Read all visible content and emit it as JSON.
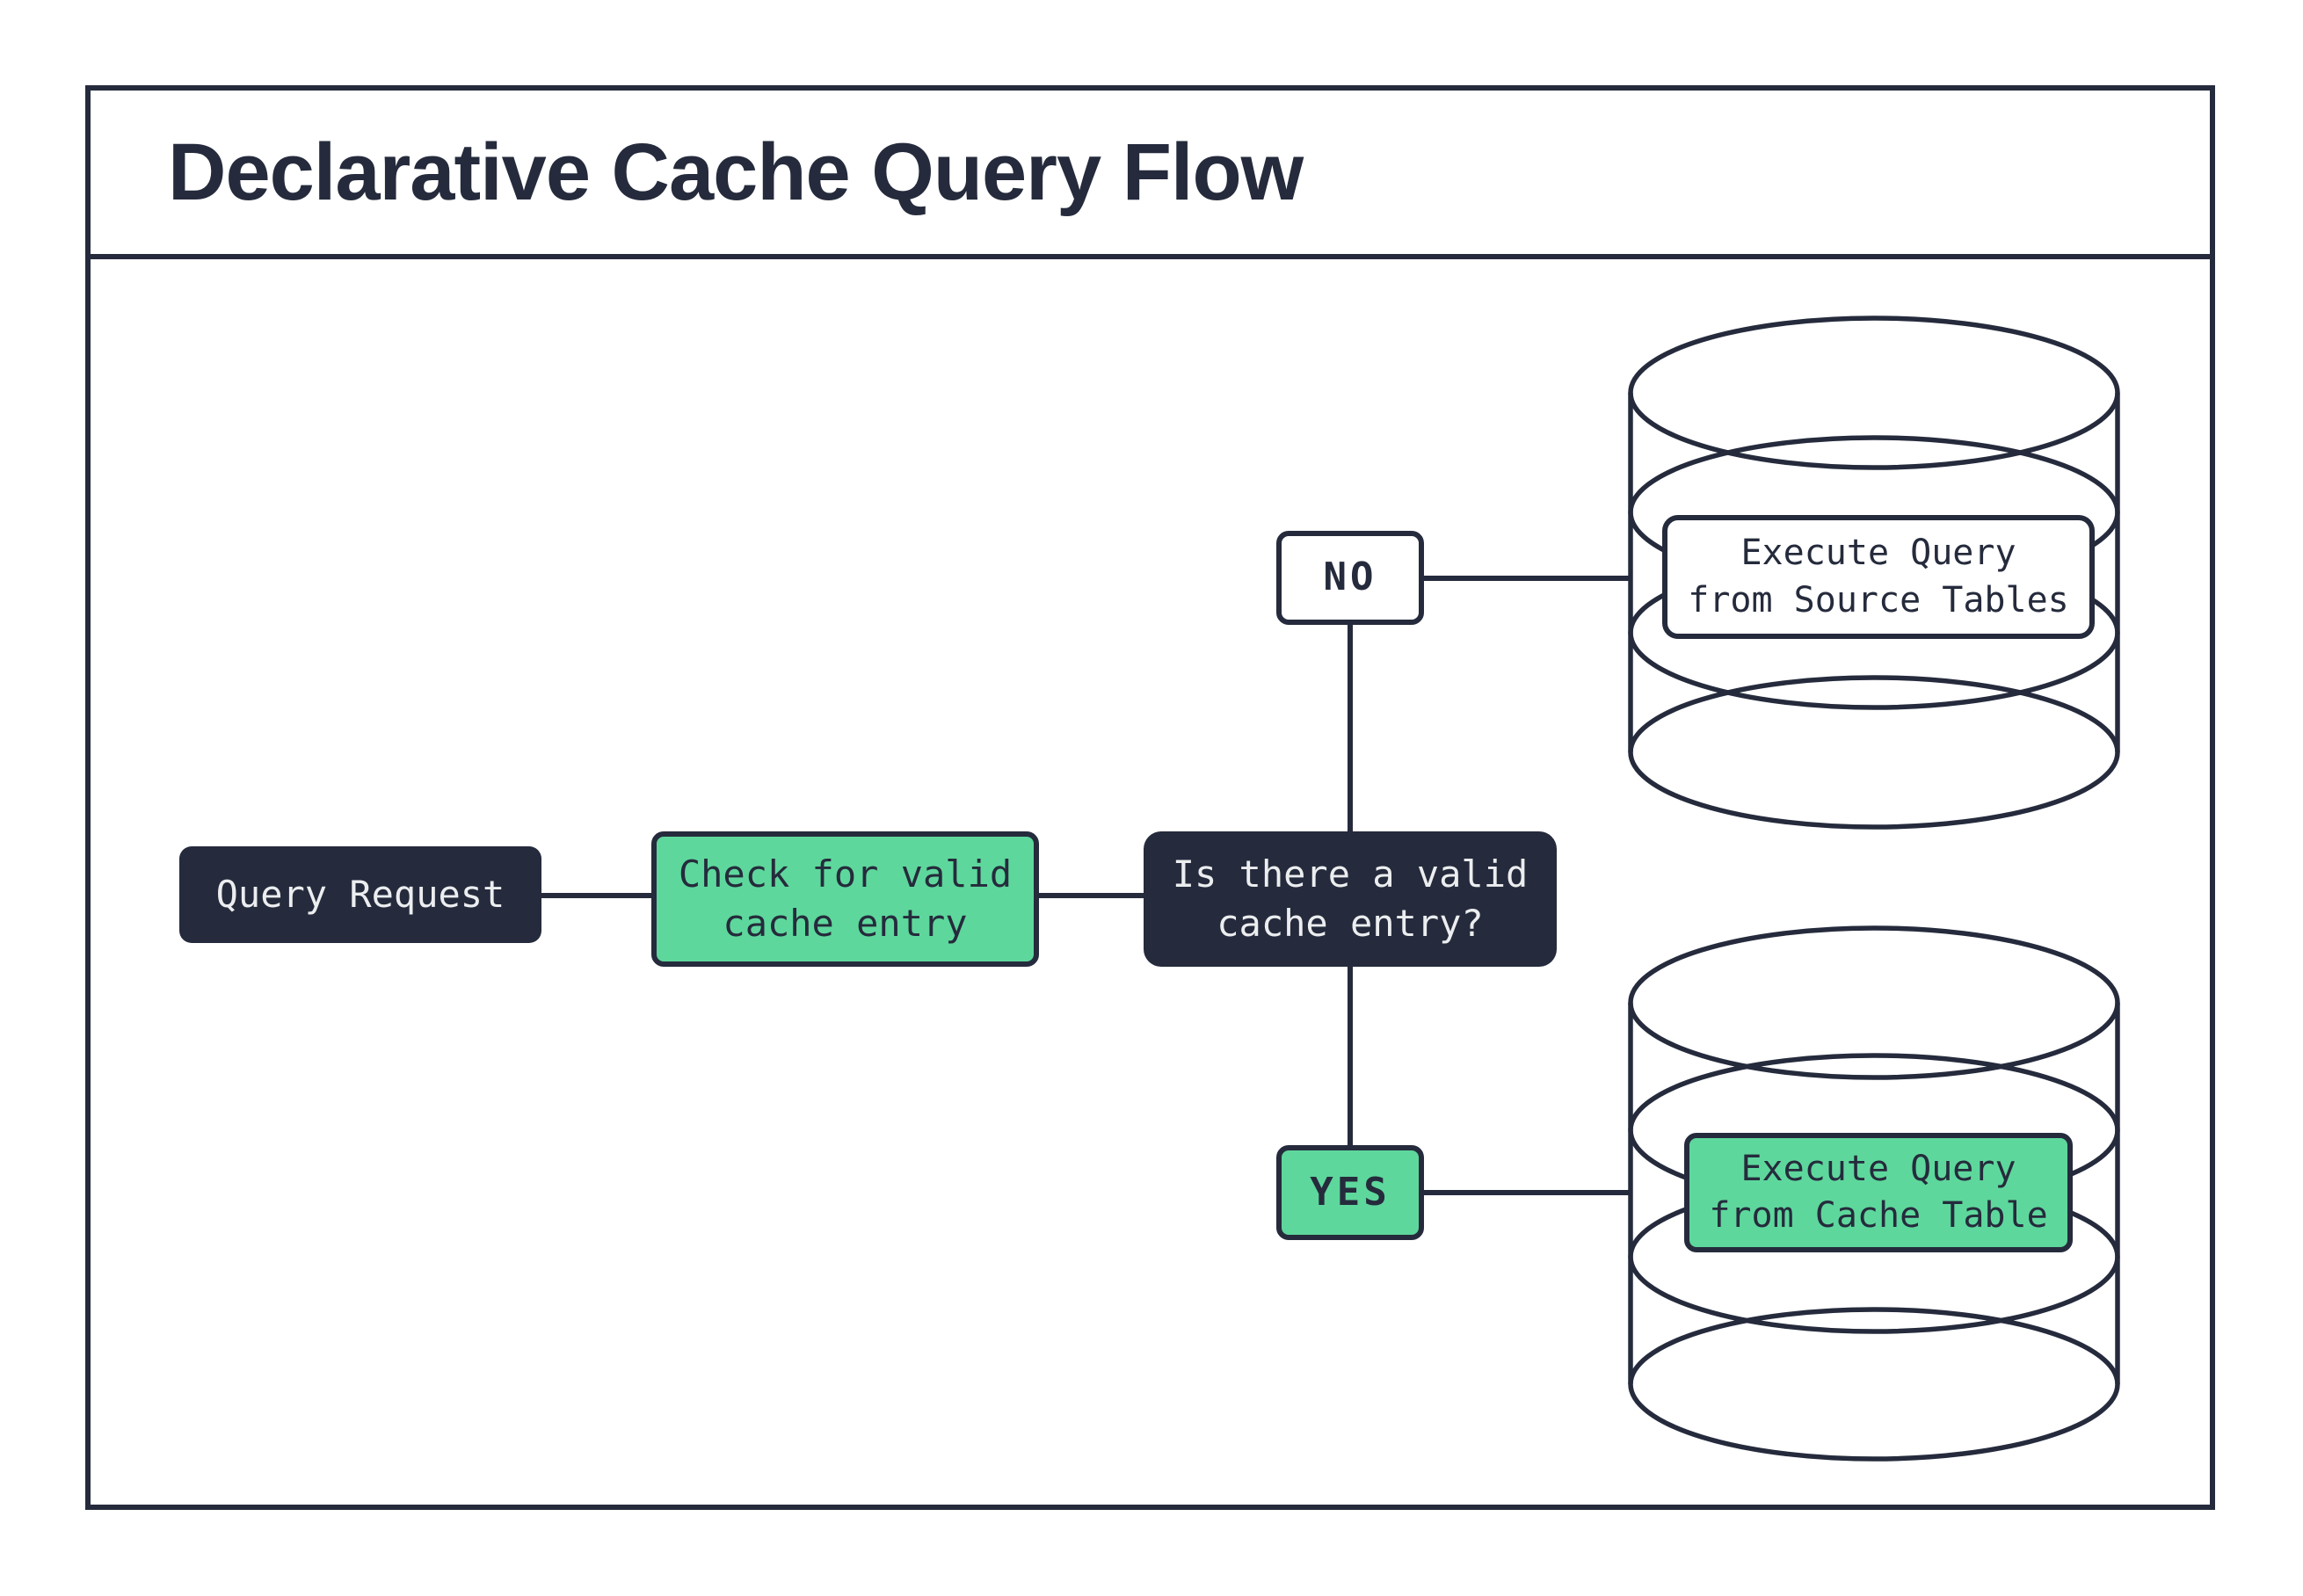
{
  "title": "Declarative Cache Query Flow",
  "colors": {
    "dark": "#252b3c",
    "green": "#5ed79c",
    "white": "#ffffff",
    "light_text": "#ebedef"
  },
  "nodes": {
    "query_request": {
      "label": "Query Request"
    },
    "check_cache": {
      "label": "Check for valid\ncache entry"
    },
    "decision": {
      "label": "Is there a valid\ncache entry?"
    },
    "no": {
      "label": "NO"
    },
    "yes": {
      "label": "YES"
    },
    "execute_source": {
      "label": "Execute Query\nfrom Source Tables"
    },
    "execute_cache": {
      "label": "Execute Query\nfrom Cache Table"
    }
  }
}
